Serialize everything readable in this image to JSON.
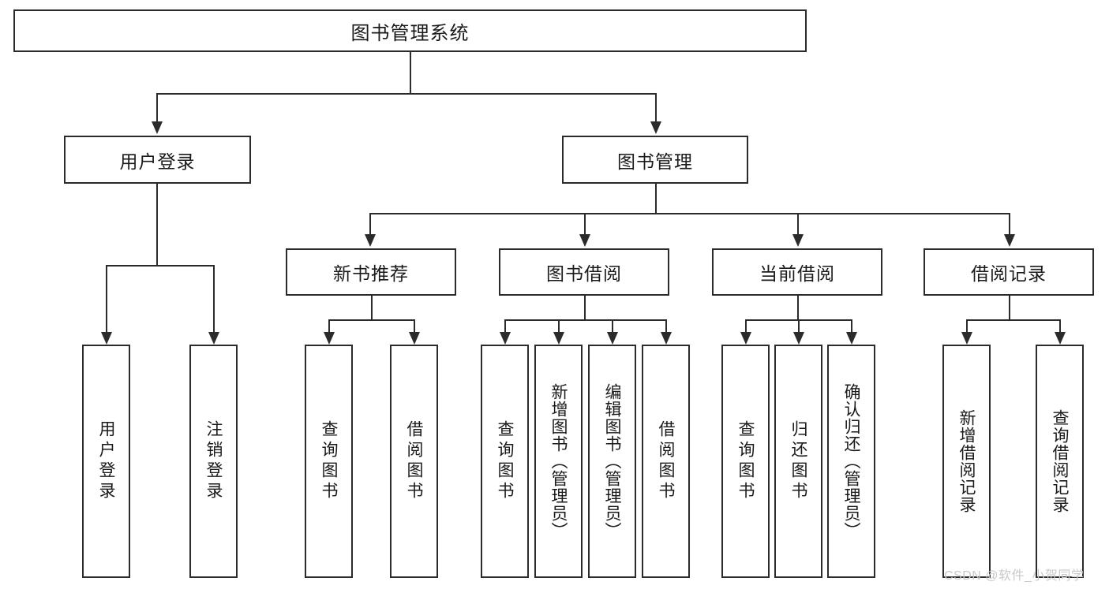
{
  "diagram": {
    "title": "图书管理系统",
    "type": "tree-hierarchy-chart",
    "root": {
      "label": "图书管理系统"
    },
    "level2": [
      {
        "label": "用户登录"
      },
      {
        "label": "图书管理"
      }
    ],
    "level3": [
      {
        "label": "新书推荐"
      },
      {
        "label": "图书借阅"
      },
      {
        "label": "当前借阅"
      },
      {
        "label": "借阅记录"
      }
    ],
    "leaves_user_login": [
      {
        "label": "用户登录"
      },
      {
        "label": "注销登录"
      }
    ],
    "leaves_new_book": [
      {
        "label": "查询图书"
      },
      {
        "label": "借阅图书"
      }
    ],
    "leaves_borrow": [
      {
        "label": "查询图书"
      },
      {
        "label": "新增图书（管理员）"
      },
      {
        "label": "编辑图书（管理员）"
      },
      {
        "label": "借阅图书"
      }
    ],
    "leaves_current": [
      {
        "label": "查询图书"
      },
      {
        "label": "归还图书"
      },
      {
        "label": "确认归还（管理员）"
      }
    ],
    "leaves_record": [
      {
        "label": "新增借阅记录"
      },
      {
        "label": "查询借阅记录"
      }
    ]
  },
  "watermark": {
    "text": "CSDN @软件_小贺同学"
  },
  "colors": {
    "stroke": "#2b2b2b",
    "background": "#ffffff",
    "text": "#1a1a1a",
    "watermark": "#c9c9c9"
  }
}
